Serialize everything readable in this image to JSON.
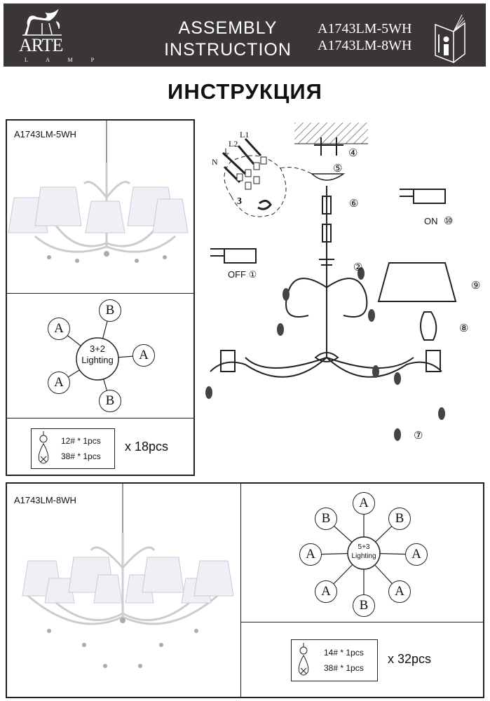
{
  "header": {
    "brand": "ARTE",
    "brand_sub": "L A M P",
    "title_line1": "ASSEMBLY",
    "title_line2": "INSTRUCTION",
    "model1": "A1743LM-5WH",
    "model2": "A1743LM-8WH"
  },
  "page_title": "ИНСТРУКЦИЯ",
  "section1": {
    "model": "A1743LM-5WH",
    "center_label_1": "3+2",
    "center_label_2": "Lighting",
    "positions": [
      "A",
      "B",
      "A",
      "A",
      "B"
    ],
    "spec_line1": "12# * 1pcs",
    "spec_line2": "38# * 1pcs",
    "qty": "x 18pcs"
  },
  "section2": {
    "model": "A1743LM-8WH",
    "center_label_1": "5+3",
    "center_label_2": "Lighting",
    "positions": [
      "A",
      "B",
      "B",
      "A",
      "A",
      "A",
      "B",
      "A"
    ],
    "spec_line1": "14# * 1pcs",
    "spec_line2": "38# * 1pcs",
    "qty": "x 32pcs"
  },
  "diagram": {
    "wire_n": "N",
    "wire_l2": "L2",
    "wire_l1": "L1",
    "step3": "3",
    "step4": "④",
    "step5": "⑤",
    "step6": "⑥",
    "off": "OFF ①",
    "step2": "②",
    "on": "ON",
    "step10": "⑩",
    "step9": "⑨",
    "step8": "⑧",
    "step7": "⑦"
  }
}
